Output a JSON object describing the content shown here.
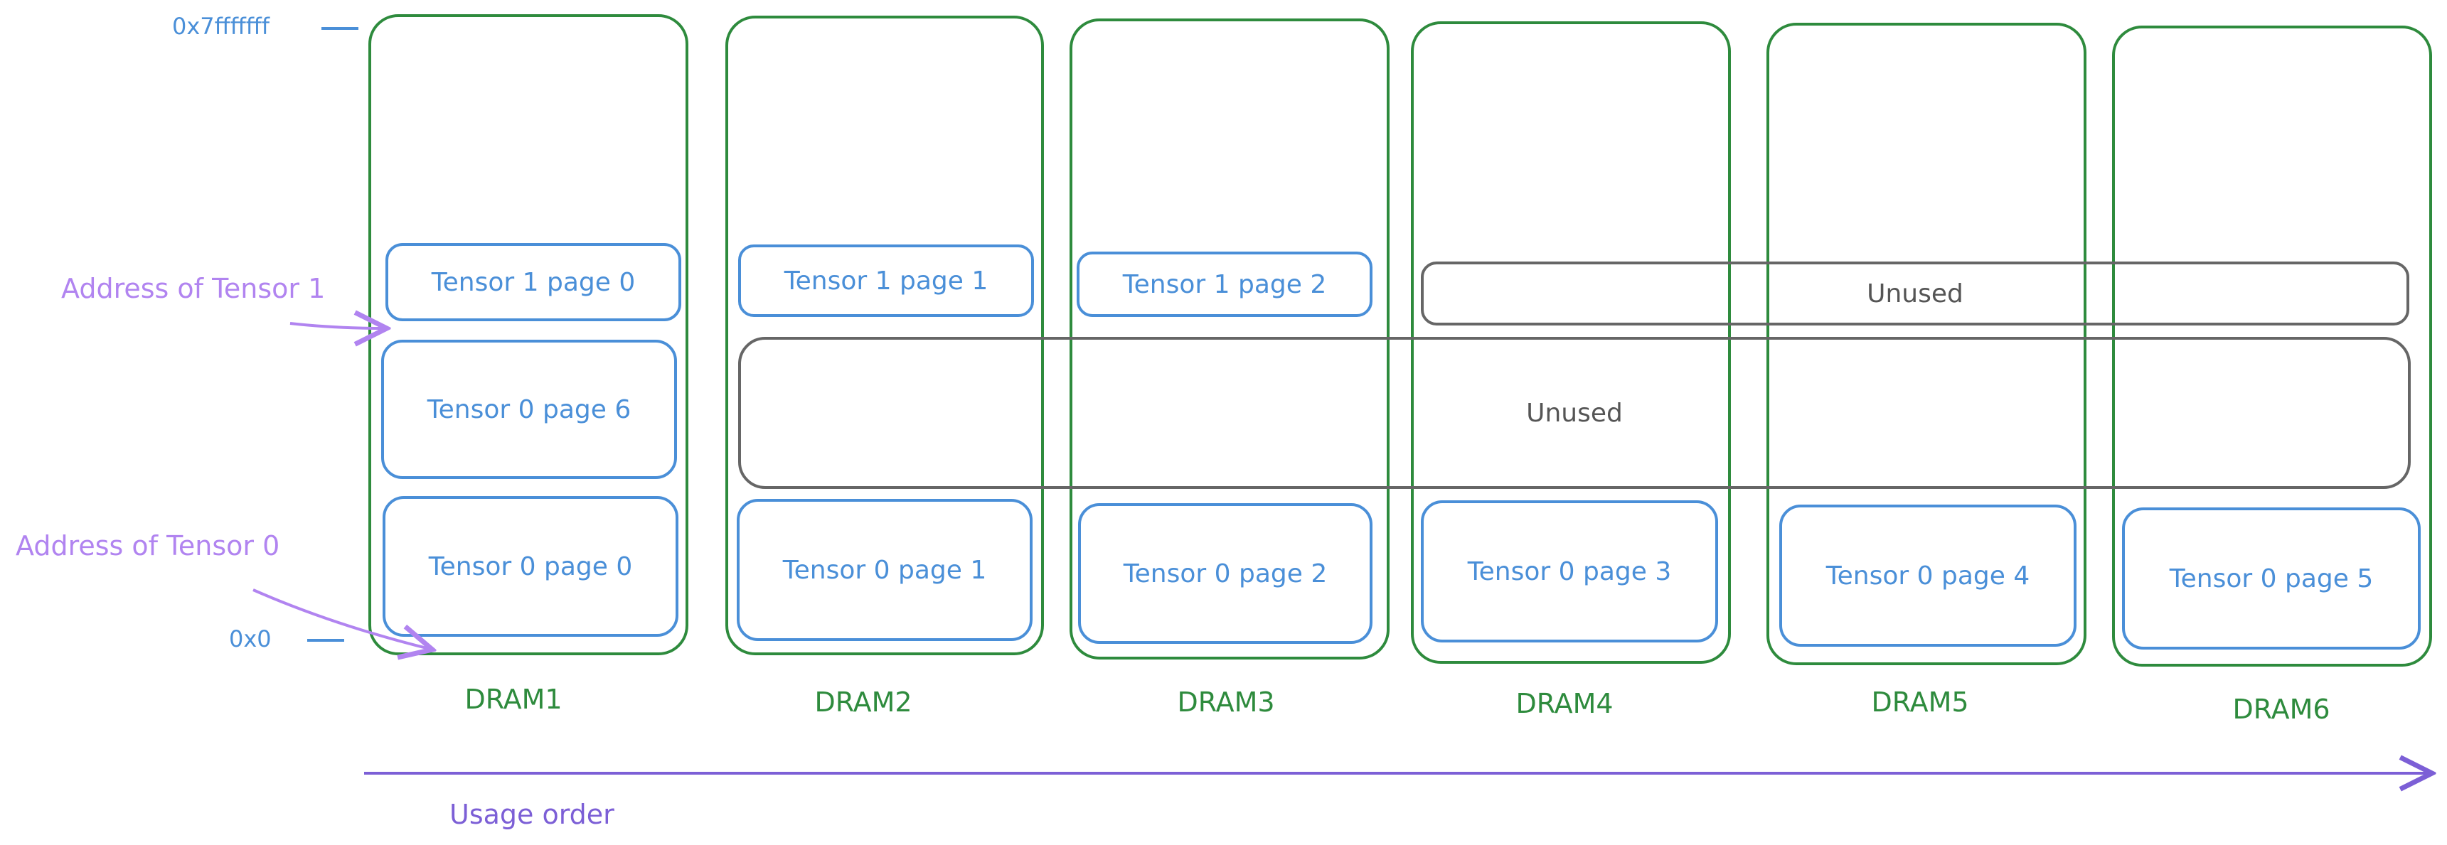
{
  "address_labels": {
    "top": "0x7fffffff",
    "bottom": "0x0"
  },
  "annotations": {
    "tensor1": "Address of Tensor 1",
    "tensor0": "Address of Tensor 0"
  },
  "drams": [
    {
      "label": "DRAM1",
      "pages": [
        "Tensor 1 page 0",
        "Tensor 0 page 6",
        "Tensor 0 page 0"
      ]
    },
    {
      "label": "DRAM2",
      "pages": [
        "Tensor 1 page 1",
        "Tensor 0 page 1"
      ]
    },
    {
      "label": "DRAM3",
      "pages": [
        "Tensor 1 page 2",
        "Tensor 0 page 2"
      ]
    },
    {
      "label": "DRAM4",
      "pages": [
        "Tensor 0 page 3"
      ]
    },
    {
      "label": "DRAM5",
      "pages": [
        "Tensor 0 page 4"
      ]
    },
    {
      "label": "DRAM6",
      "pages": [
        "Tensor 0 page 5"
      ]
    }
  ],
  "unused": {
    "upper": "Unused",
    "lower": "Unused"
  },
  "usage_order": "Usage order",
  "colors": {
    "dram_border": "#2e8b3d",
    "tensor_border": "#4a8fd8",
    "unused_border": "#666666",
    "annotation": "#b184f0",
    "usage_arrow": "#7c5fd6"
  }
}
